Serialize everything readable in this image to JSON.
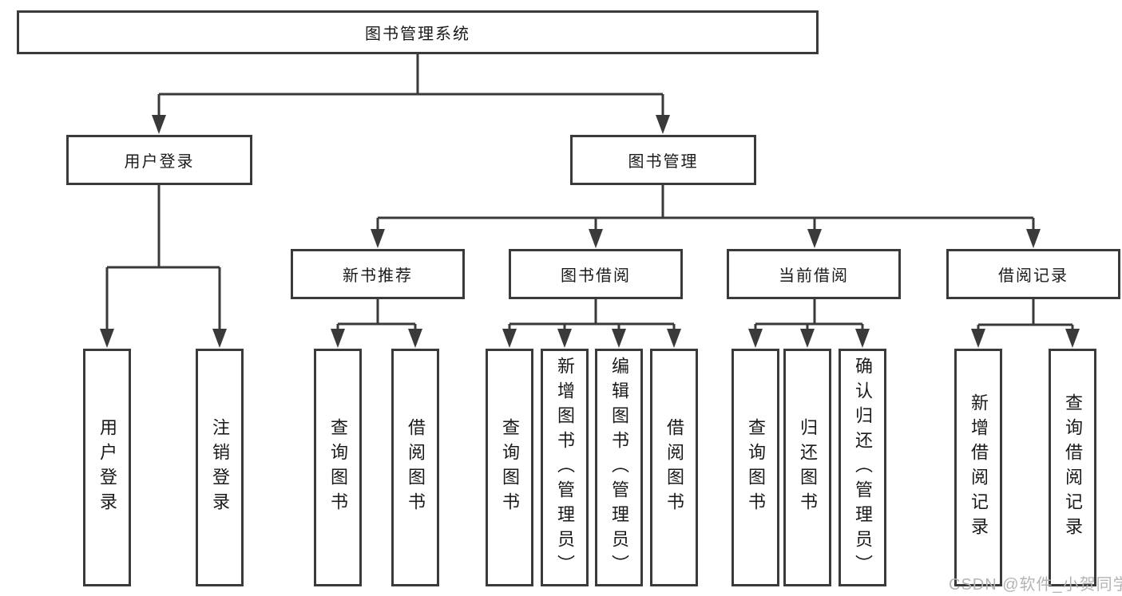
{
  "diagram": {
    "title": "图书管理系统",
    "branches": {
      "user_login": {
        "label": "用户登录",
        "children": [
          "用户登录",
          "注销登录"
        ]
      },
      "book_manage": {
        "label": "图书管理",
        "sections": [
          {
            "label": "新书推荐",
            "children": [
              "查询图书",
              "借阅图书"
            ]
          },
          {
            "label": "图书借阅",
            "children": [
              "查询图书",
              "新增图书（管理员）",
              "编辑图书（管理员）",
              "借阅图书"
            ]
          },
          {
            "label": "当前借阅",
            "children": [
              "查询图书",
              "归还图书",
              "确认归还（管理员）"
            ]
          },
          {
            "label": "借阅记录",
            "children": [
              "新增借阅记录",
              "查询借阅记录"
            ]
          }
        ]
      }
    }
  },
  "watermark": "CSDN @软件_小贺同学",
  "colors": {
    "line": "#3a3a3a",
    "text": "#1a1a1a",
    "watermark": "#b4b4b4",
    "background": "#ffffff"
  }
}
